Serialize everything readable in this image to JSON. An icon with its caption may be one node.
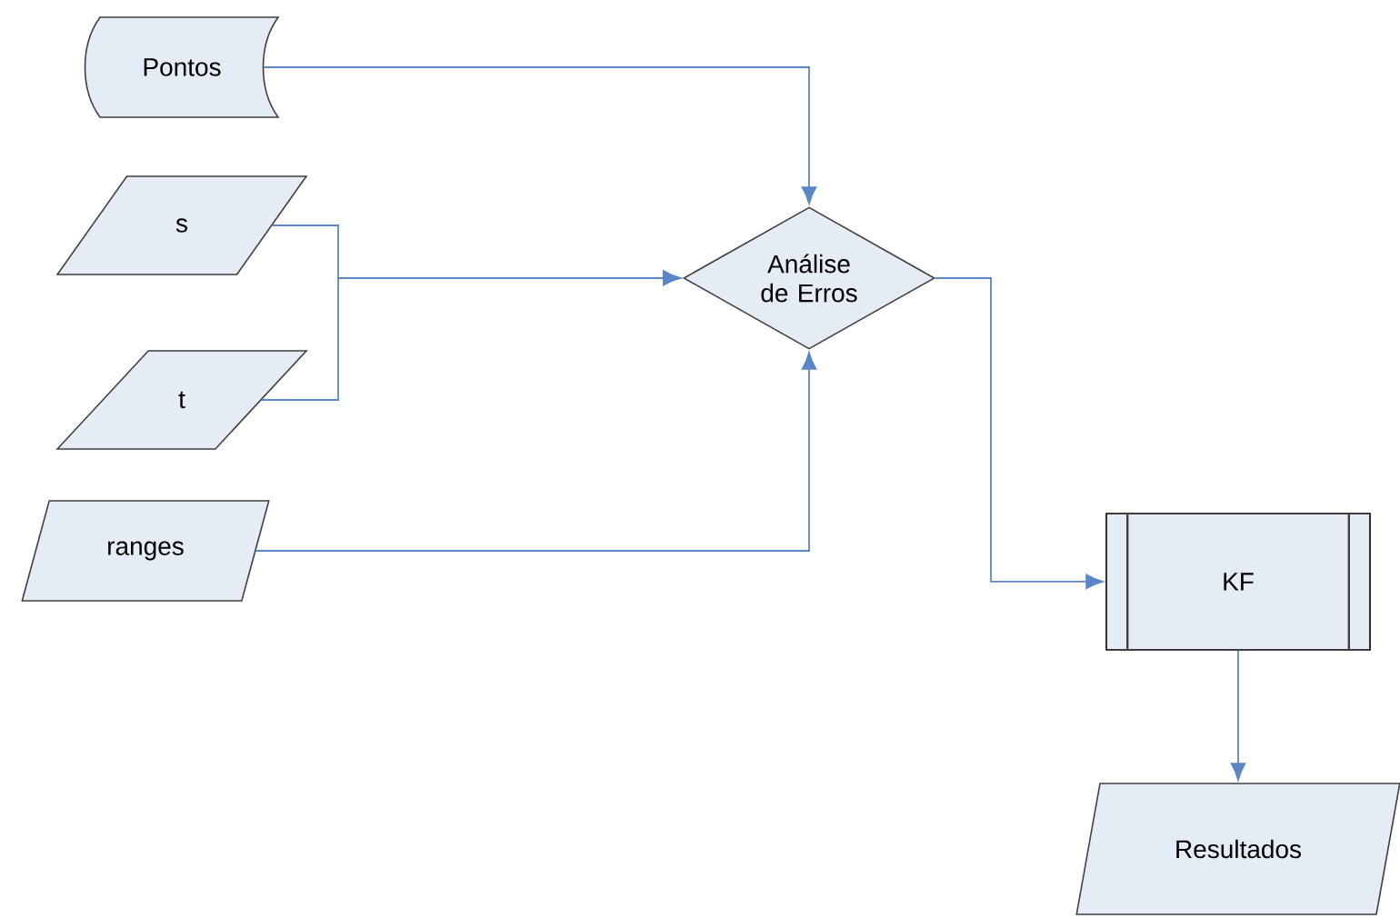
{
  "diagram": {
    "nodes": [
      {
        "text": [
          "Pontos"
        ]
      },
      {
        "text": [
          "s"
        ]
      },
      {
        "text": [
          "t"
        ]
      },
      {
        "text": [
          "ranges"
        ]
      },
      {
        "text": [
          "Análise de Erros"
        ]
      },
      {
        "text": [
          "KF"
        ]
      },
      {
        "text": [
          "Resultados"
        ]
      }
    ],
    "edges": [
      {
        "from": 0,
        "to": 4,
        "arrow": "to"
      },
      {
        "from": 1,
        "to": 4,
        "arrow": "to"
      },
      {
        "from": 2,
        "to": 4,
        "arrow": "to"
      },
      {
        "from": 3,
        "to": 4,
        "arrow": "to"
      },
      {
        "from": 4,
        "to": 5,
        "arrow": "to"
      },
      {
        "from": 5,
        "to": 6,
        "arrow": "to"
      }
    ]
  }
}
